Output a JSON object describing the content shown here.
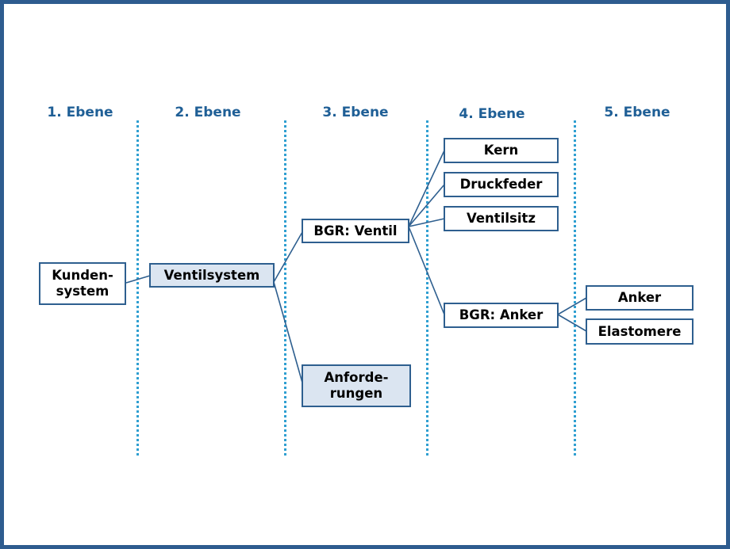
{
  "levels": [
    "1. Ebene",
    "2. Ebene",
    "3. Ebene",
    "4. Ebene",
    "5. Ebene"
  ],
  "nodes": {
    "kundensystem": "Kunden-\nsystem",
    "ventilsystem": "Ventilsystem",
    "bgr_ventil": "BGR: Ventil",
    "anforderungen": "Anforde-\nrungen",
    "kern": "Kern",
    "druckfeder": "Druckfeder",
    "ventilsitz": "Ventilsitz",
    "bgr_anker": "BGR: Anker",
    "anker": "Anker",
    "elastomere": "Elastomere"
  },
  "colors": {
    "frame": "#2e5c8f",
    "level_title": "#1f5f96",
    "divider": "#2f9fd1",
    "node_border": "#2e5f8f",
    "shaded_fill": "#dbe5f1"
  }
}
